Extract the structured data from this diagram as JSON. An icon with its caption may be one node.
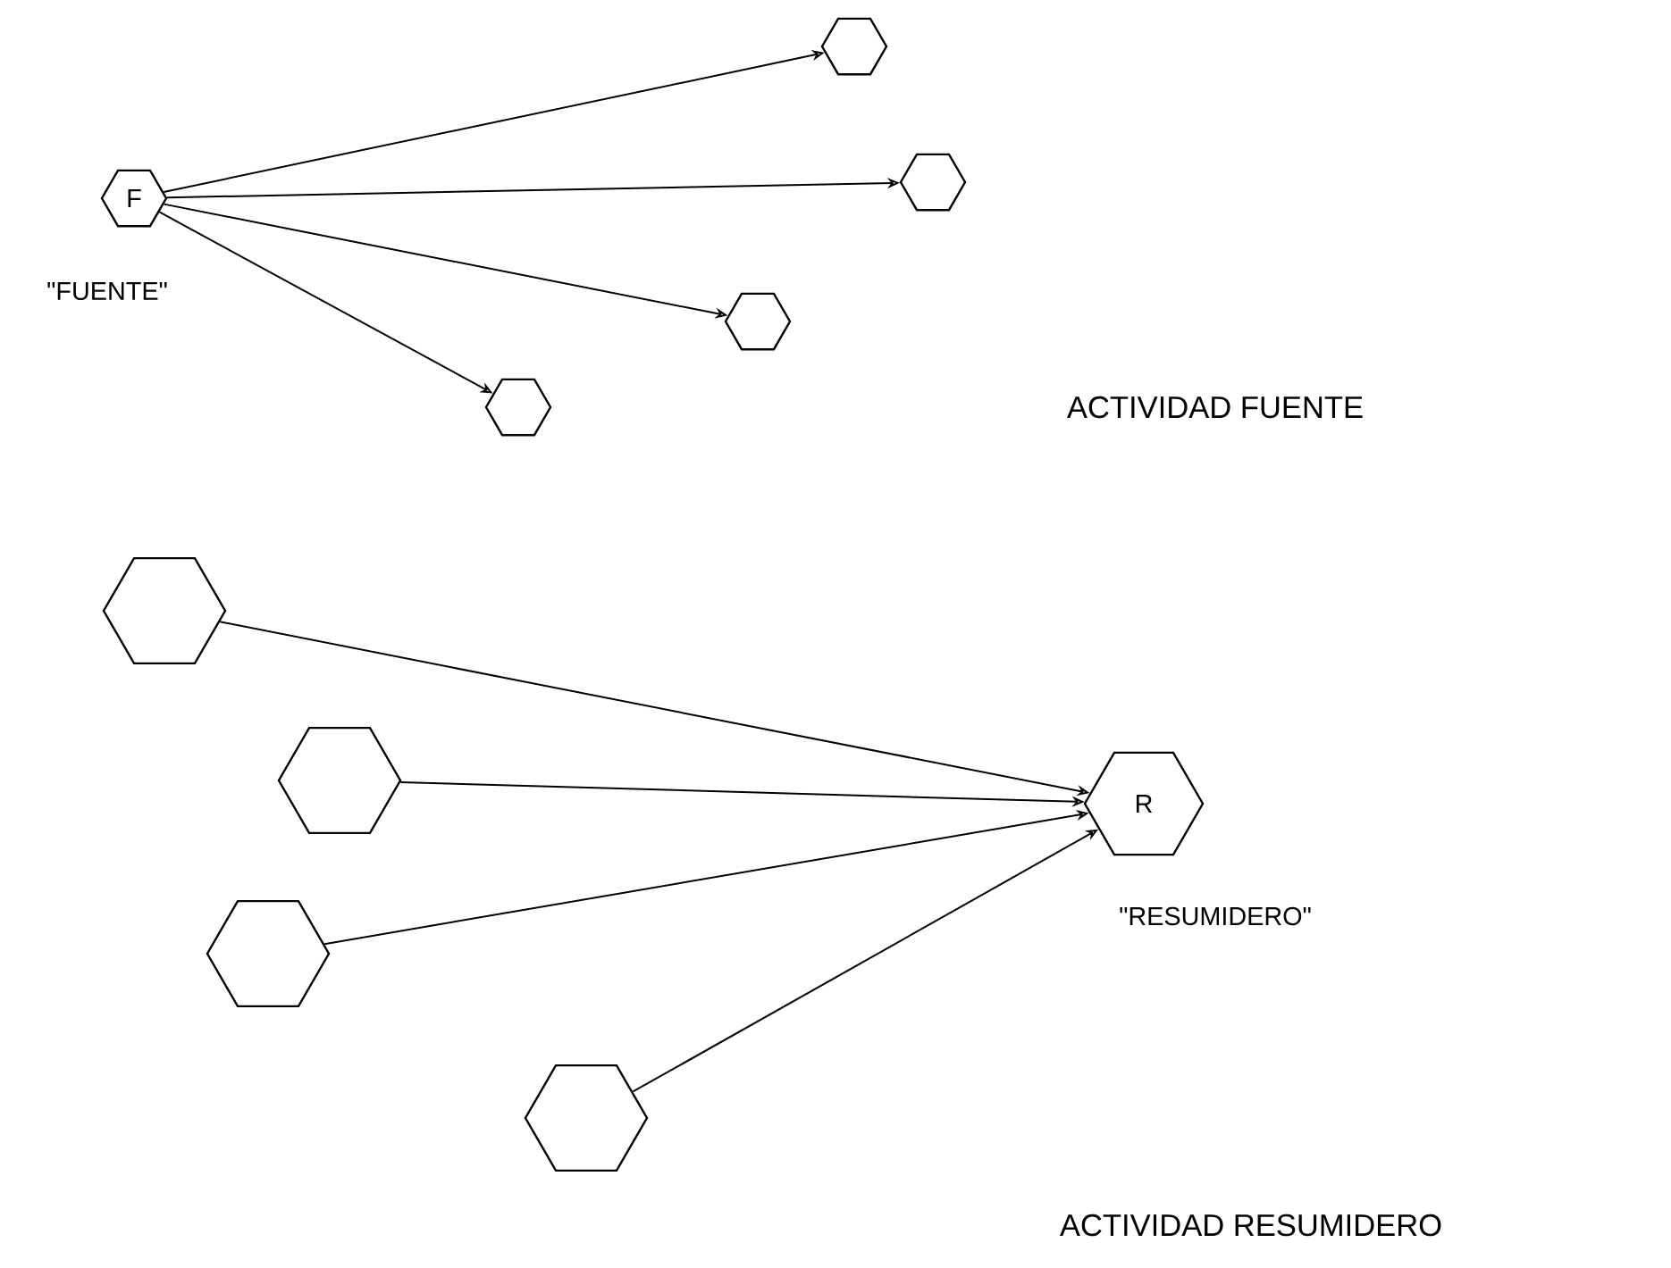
{
  "diagram": {
    "nodes": [
      {
        "text": [
          "F"
        ],
        "beside": [
          "\"FUENTE\""
        ]
      },
      {
        "text": [],
        "shape": "hexagon"
      },
      {
        "text": [],
        "shape": "hexagon"
      },
      {
        "text": [],
        "shape": "hexagon"
      },
      {
        "text": [],
        "shape": "hexagon"
      },
      {
        "text": [],
        "shape": "hexagon"
      },
      {
        "text": [],
        "shape": "hexagon"
      },
      {
        "text": [],
        "shape": "hexagon"
      },
      {
        "text": [],
        "shape": "hexagon"
      },
      {
        "text": [
          "R"
        ],
        "beside": [
          "\"RESUMIDERO\""
        ]
      }
    ],
    "edges": [
      {
        "from": 0,
        "to": 1,
        "arrow": "to"
      },
      {
        "from": 0,
        "to": 2,
        "arrow": "to"
      },
      {
        "from": 0,
        "to": 3,
        "arrow": "to"
      },
      {
        "from": 0,
        "to": 4,
        "arrow": "to"
      },
      {
        "from": 5,
        "to": 9,
        "arrow": "to"
      },
      {
        "from": 6,
        "to": 9,
        "arrow": "to"
      },
      {
        "from": 7,
        "to": 9,
        "arrow": "to"
      },
      {
        "from": 8,
        "to": 9,
        "arrow": "to"
      }
    ],
    "labels": [
      "ACTIVIDAD FUENTE",
      "ACTIVIDAD RESUMIDERO"
    ]
  }
}
